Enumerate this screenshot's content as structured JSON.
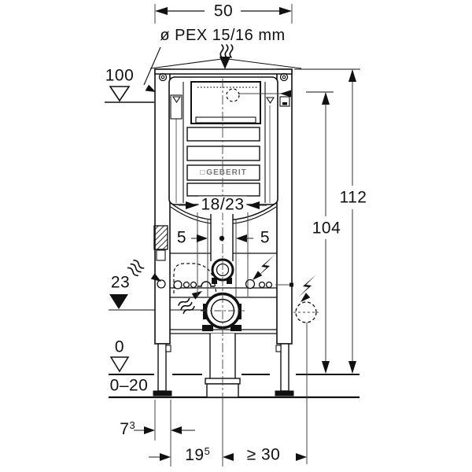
{
  "labels": {
    "frame_width": "50",
    "pipe_spec": "ø PEX 15/16 mm",
    "panel_height": "100",
    "total_height": "112",
    "supply_height": "104",
    "flush_pipe_height": "18/23",
    "offset_left": "5",
    "offset_right": "5",
    "bend_height": "23",
    "floor_zero": "0",
    "floor_range": "0–20",
    "foot_dim_base": "7",
    "foot_dim_sup": "3",
    "outlet_dim_base": "19",
    "outlet_dim_sup": "5",
    "socket_distance": "≥ 30"
  },
  "brand": {
    "square": "□",
    "name": "GEBERIT"
  }
}
